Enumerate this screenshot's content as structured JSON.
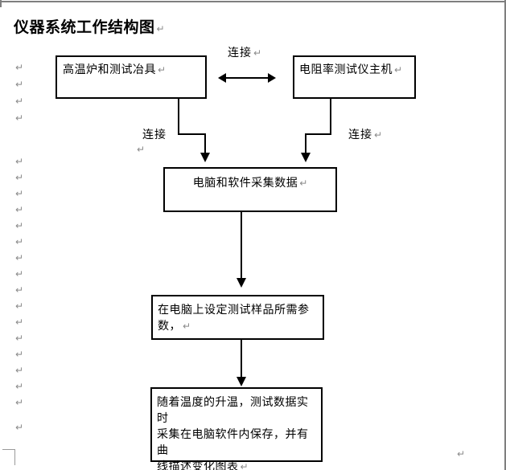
{
  "document": {
    "title": "仪器系统工作结构图"
  },
  "icons": {
    "paragraph_mark": "↵"
  },
  "flowchart": {
    "nodes": {
      "furnace": "高温炉和测试冶具",
      "tester": "电阻率测试仪主机",
      "computer": "电脑和软件采集数据",
      "params": "在电脑上设定测试样品所需参\n数，",
      "record": "随着温度的升温，测试数据实时\n采集在电脑软件内保存，并有曲\n线描述变化图表"
    },
    "edge_labels": {
      "top": "连接",
      "left": "连接",
      "right": "连接"
    }
  },
  "colors": {
    "line": "#000000",
    "page_border": "#7f7f7f",
    "mark_gray": "#8a8a8a"
  }
}
